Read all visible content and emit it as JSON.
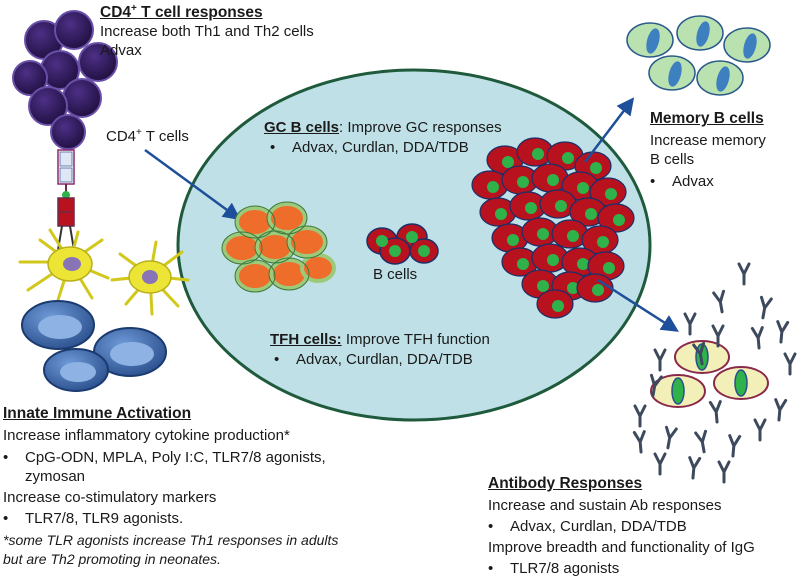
{
  "cd4": {
    "title": "CD4",
    "title_sup": "+",
    "title_rest": " T cell responses",
    "line1": "Increase  both Th1 and Th2 cells",
    "line2": "Advax",
    "cell_label": "CD4",
    "cell_label_sup": "+",
    "cell_label_rest": " T cells"
  },
  "gc": {
    "title": "GC B cells",
    "title_rest": ": Improve GC responses",
    "bullet": "Advax, Curdlan, DDA/TDB"
  },
  "b_cells_label": "B cells",
  "tfh": {
    "title": "TFH cells:",
    "title_rest": " Improve TFH function",
    "bullet": "Advax, Curdlan, DDA/TDB"
  },
  "memory": {
    "title": "Memory B cells",
    "line1": "Increase memory",
    "line2": "B cells",
    "bullet": "Advax"
  },
  "innate": {
    "title": "Innate Immune Activation",
    "line1": "Increase inflammatory cytokine production*",
    "bullet1a": "CpG-ODN, MPLA, Poly I:C, TLR7/8 agonists,",
    "bullet1b": "zymosan",
    "line2": "Increase co-stimulatory markers",
    "bullet2": "TLR7/8, TLR9 agonists.",
    "note1": "*some TLR agonists increase Th1 responses in adults",
    "note2": "but are Th2 promoting in neonates."
  },
  "antibody": {
    "title": "Antibody Responses",
    "line1": "Increase and sustain Ab responses",
    "bullet1": "Advax, Curdlan, DDA/TDB",
    "line2": "Improve breadth and functionality of IgG",
    "bullet2": "TLR7/8 agonists"
  },
  "bullet_char": "•",
  "colors": {
    "ellipse_fill": "#bfe0e6",
    "ellipse_stroke": "#1f5a3c",
    "b_cell_red": "#b8121e",
    "b_cell_green": "#2fb24a",
    "tfh_orange": "#ef6d2a",
    "tfh_rim": "#9cc97a",
    "cd4_purple": "#3b1f6b",
    "dendritic_yellow": "#ede536",
    "memory_green": "#b9e2b0",
    "memory_blue": "#3e7fc0",
    "arrow_blue": "#1d4f9a",
    "antibody_gray": "#3d4a5e",
    "plasma_fill": "#f3efb8",
    "plasma_rim": "#8a2a4a"
  }
}
